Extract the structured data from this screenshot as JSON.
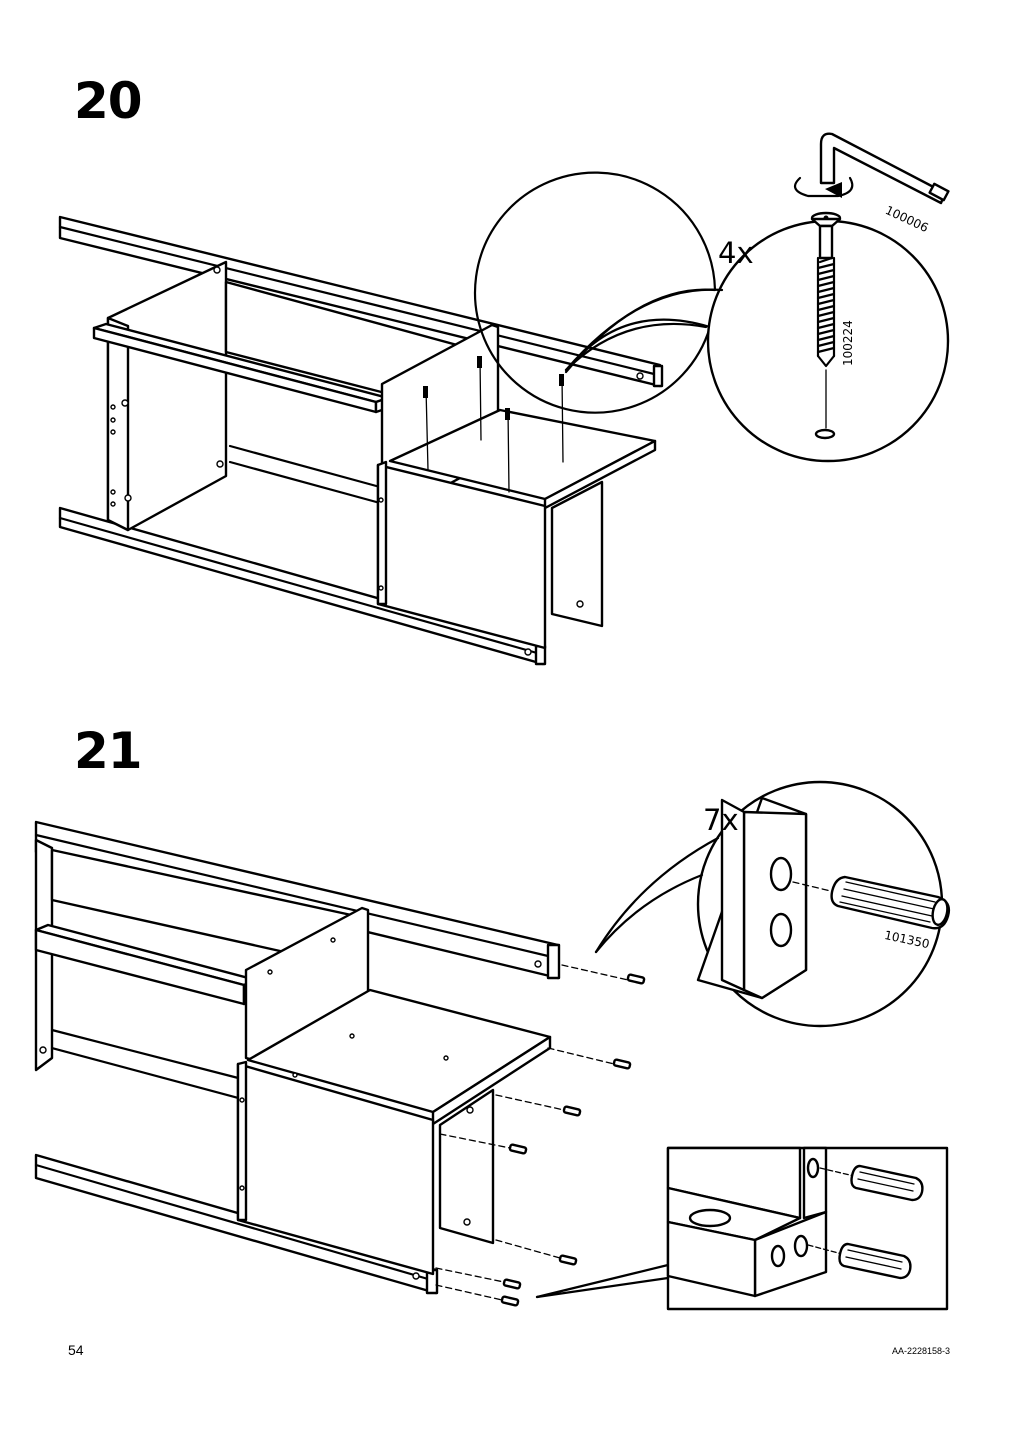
{
  "steps": [
    {
      "number": "20",
      "callout_quantity": "4x",
      "parts": [
        "100006",
        "100224"
      ]
    },
    {
      "number": "21",
      "callout_quantity": "7x",
      "parts": [
        "101350"
      ]
    }
  ],
  "footer": {
    "page_number": "54",
    "document_code": "AA-2228158-3"
  }
}
